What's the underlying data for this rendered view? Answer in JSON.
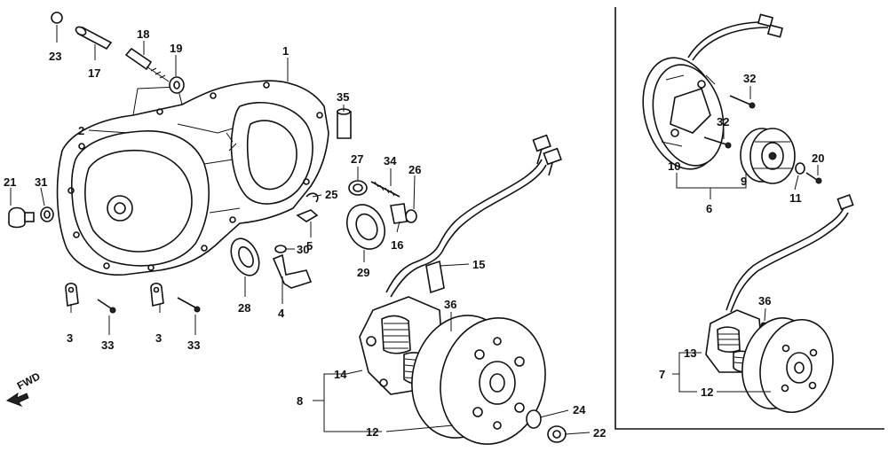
{
  "direction_label": "FWD",
  "callouts": {
    "c1": "1",
    "c2": "2",
    "c3a": "3",
    "c3b": "3",
    "c4": "4",
    "c5": "5",
    "c6": "6",
    "c7": "7",
    "c8a": "8",
    "c9": "9",
    "c10": "10",
    "c11": "11",
    "c12a": "12",
    "c12b": "12",
    "c13": "13",
    "c14": "14",
    "c15": "15",
    "c16": "16",
    "c17": "17",
    "c18": "18",
    "c19": "19",
    "c20": "20",
    "c21": "21",
    "c22": "22",
    "c23": "23",
    "c24": "24",
    "c25": "25",
    "c26": "26",
    "c27": "27",
    "c28": "28",
    "c29": "29",
    "c30": "30",
    "c31": "31",
    "c32a": "32",
    "c32b": "32",
    "c33a": "33",
    "c33b": "33",
    "c34": "34",
    "c35": "35",
    "c36a": "36",
    "c36b": "36"
  }
}
